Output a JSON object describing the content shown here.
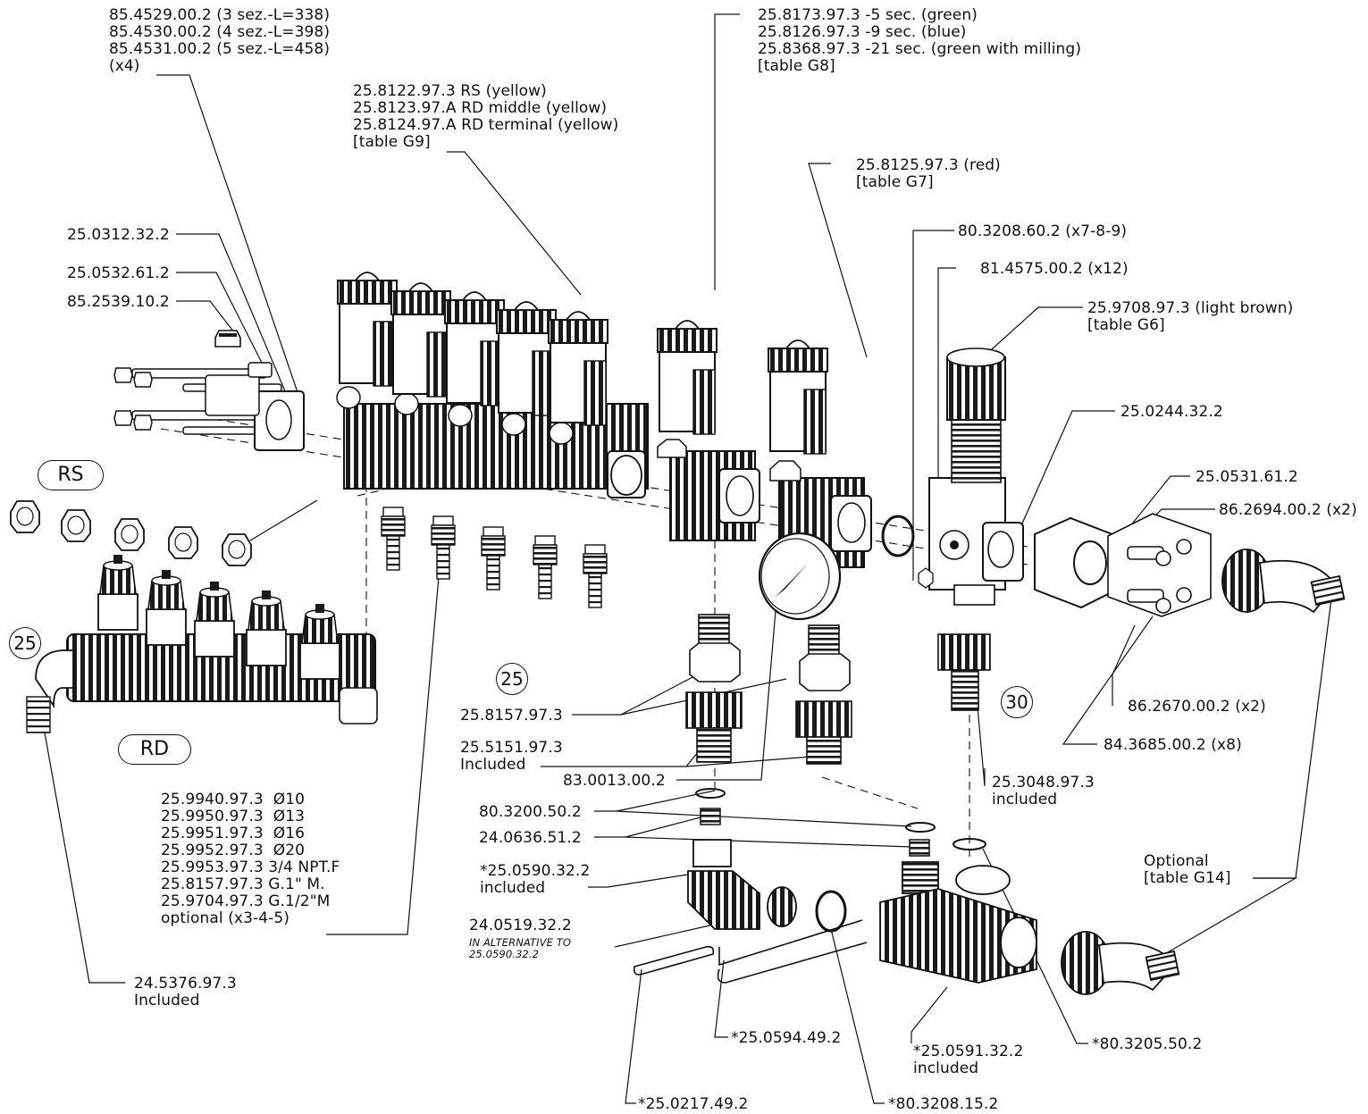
{
  "labels": {
    "tie_rods": "85.4529.00.2 (3 sez.-L=338)\n85.4530.00.2 (4 sez.-L=398)\n85.4531.00.2 (5 sez.-L=458)\n(x4)",
    "valves_section": "25.8122.97.3 RS (yellow)\n25.8123.97.A RD middle (yellow)\n25.8124.97.A RD terminal (yellow)\n[table G9]",
    "bypass_valves": "25.8173.97.3 -5 sec. (green)\n25.8126.97.3 -9 sec. (blue)\n25.8368.97.3 -21 sec. (green with milling)\n[table G8]",
    "red_valve": "25.8125.97.3 (red)\n[table G7]",
    "oring_1": "80.3208.60.2 (x7-8-9)",
    "screw_x12": "81.4575.00.2 (x12)",
    "pressure_regulator": "25.9708.97.3 (light brown)\n[table G6]",
    "flange": "25.0244.32.2",
    "bracket": "25.0531.61.2",
    "bolt_x2": "86.2694.00.2 (x2)",
    "nut_x2": "86.2670.00.2 (x2)",
    "washer_x8": "84.3685.00.2 (x8)",
    "end_cap_1": "25.0312.32.2",
    "end_cap_2": "25.0532.61.2",
    "plug": "85.2539.10.2",
    "fitting": "25.8157.97.3",
    "adaptor": "25.5151.97.3\nIncluded",
    "gauge": "83.0013.00.2",
    "oring_2": "80.3200.50.2",
    "bushing": "24.0636.51.2",
    "elbow": "*25.0590.32.2\nincluded",
    "alt_elbow": "24.0519.32.2",
    "alt_note": "IN ALTERNATIVE TO\n25.0590.32.2",
    "hose_tails": "25.9940.97.3  Ø10\n25.9950.97.3  Ø13\n25.9951.97.3  Ø16\n25.9952.97.3  Ø20\n25.9953.97.3 3/4 NPT.F\n25.8157.97.3 G.1\" M.\n25.9704.97.3 G.1/2\"M\noptional (x3-4-5)",
    "elbow_rd": "24.5376.97.3\nIncluded",
    "hose_30": "25.3048.97.3\nincluded",
    "optional_elbow": "Optional\n[table G14]",
    "pin_1": "*25.0594.49.2",
    "tee": "*25.0591.32.2\nincluded",
    "oring_3": "*80.3205.50.2",
    "pin_2": "*25.0217.49.2",
    "oring_4": "*80.3208.15.2"
  },
  "badges": {
    "rs": "RS",
    "rd": "RD",
    "size_left": "25",
    "size_mid": "25",
    "size_right": "30"
  }
}
